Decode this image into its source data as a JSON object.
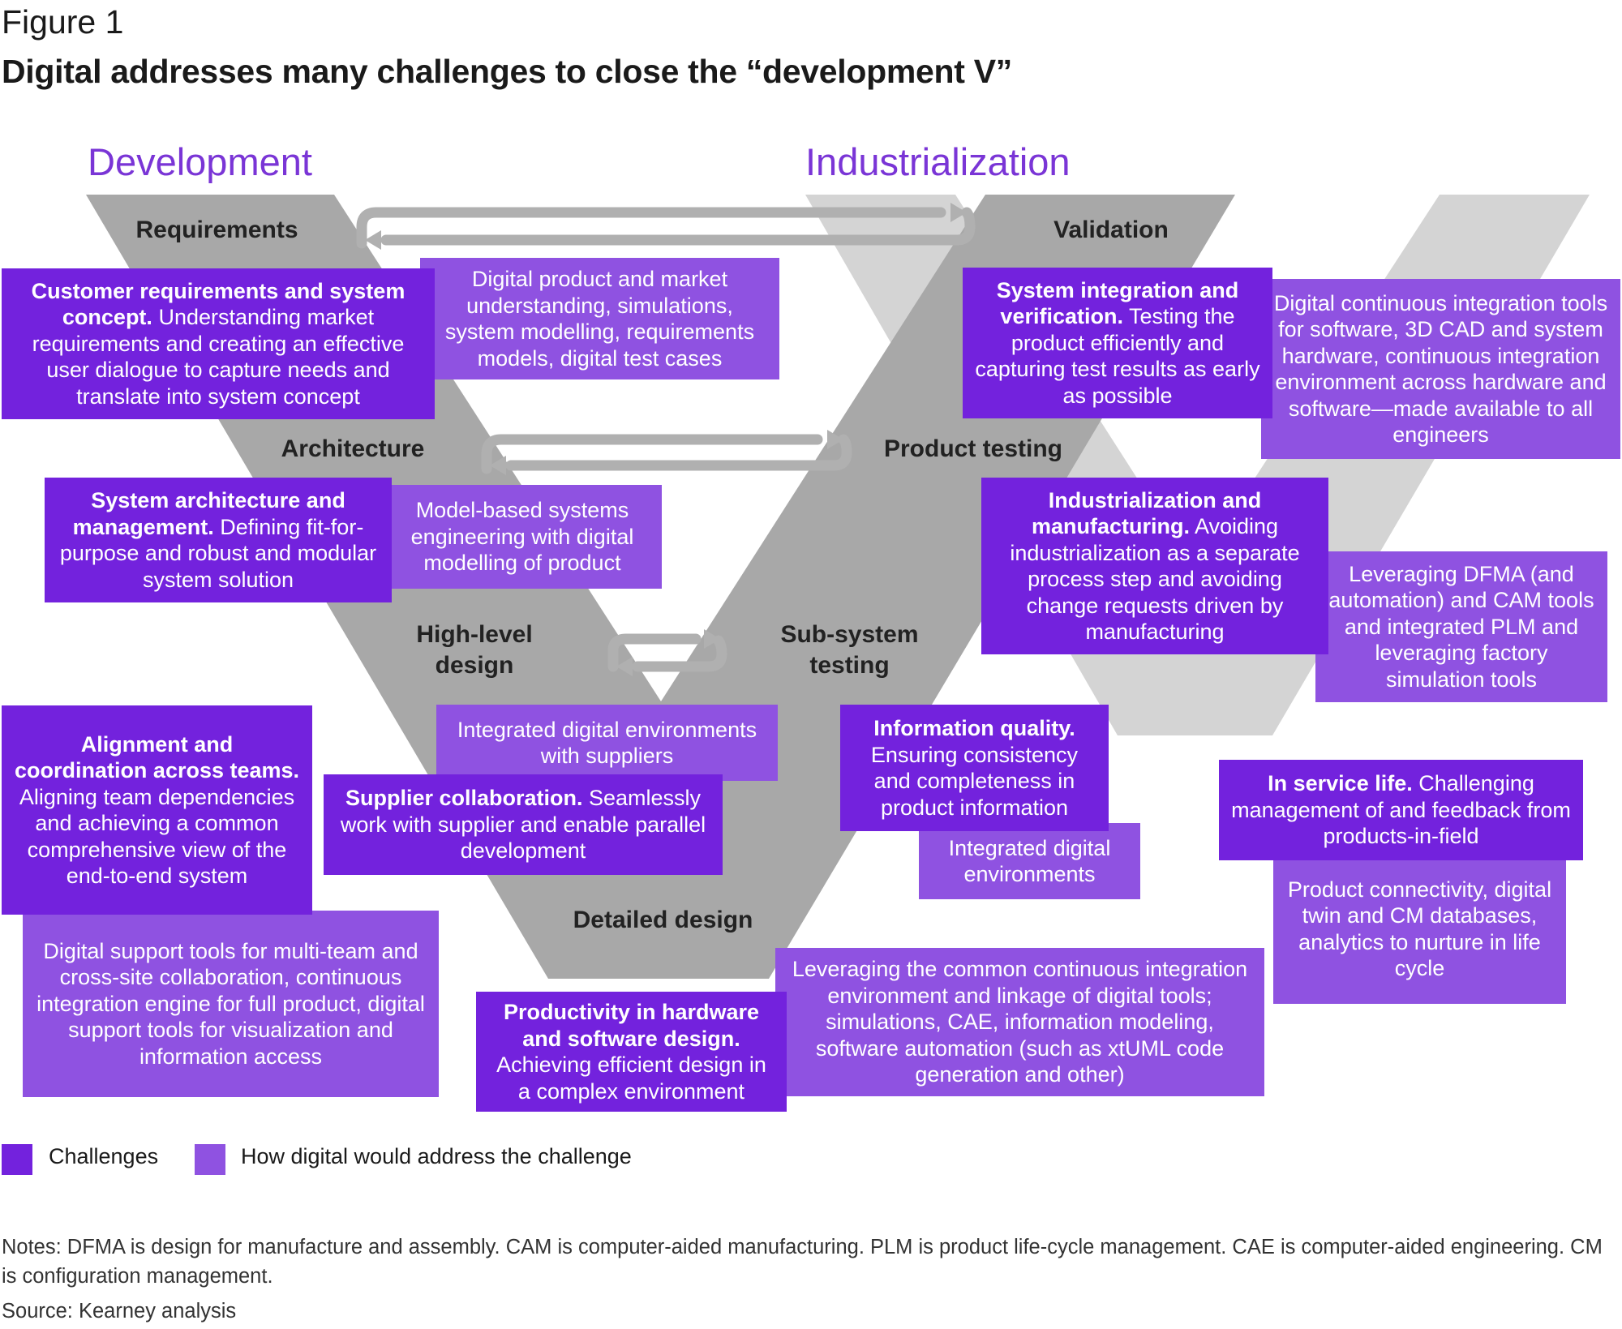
{
  "figure_label": "Figure 1",
  "title": "Digital addresses many challenges to close the “development V”",
  "sections": {
    "development": "Development",
    "industrialization": "Industrialization"
  },
  "stages": {
    "requirements": "Requirements",
    "architecture": "Architecture",
    "high_level_design": "High-level design",
    "detailed_design": "Detailed design",
    "validation": "Validation",
    "product_testing": "Product testing",
    "sub_system_testing": "Sub-system testing"
  },
  "challenges": {
    "customer_requirements": {
      "lead": "Customer requirements and system concept.",
      "text": "Understanding market requirements and creating an effective user dialogue to capture needs and translate into system concept"
    },
    "system_architecture": {
      "lead": "System architecture and management.",
      "text": "Defining fit-for-purpose and robust and modular system solution"
    },
    "alignment": {
      "lead": "Alignment and coordination across teams.",
      "text": "Aligning team dependencies and achieving a common comprehensive view of the end-to-end system"
    },
    "supplier_collaboration": {
      "lead": "Supplier collaboration.",
      "text": "Seamlessly work with supplier and enable parallel development"
    },
    "productivity": {
      "lead": "Productivity in hardware and software design.",
      "text": "Achieving efficient design in a complex environment"
    },
    "information_quality": {
      "lead": "Information quality.",
      "text": "Ensuring consistency and completeness in product information"
    },
    "system_integration": {
      "lead": "System integration and verification.",
      "text": "Testing the product efficiently and capturing test results as early as possible"
    },
    "industrialization": {
      "lead": "Industrialization and manufacturing.",
      "text": "Avoiding industrialization as a separate process step and avoiding change requests driven by manufacturing"
    },
    "in_service_life": {
      "lead": "In service life.",
      "text": "Challenging management of and feedback from products-in-field"
    }
  },
  "digital": {
    "product_market": "Digital product and market understanding, simulations, system modelling, requirements models, digital test cases",
    "model_based": "Model-based systems engineering with digital modelling of product",
    "integrated_suppliers": "Integrated digital environments with suppliers",
    "support_tools": "Digital support tools for multi-team and cross-site collaboration, continuous integration engine for full product, digital support tools for visualization and information access",
    "common_ci": "Leveraging the common continuous integration environment and linkage of digital tools; simulations, CAE, information modeling, software automation (such as xtUML code generation and other)",
    "integrated_env": "Integrated digital environments",
    "continuous_integration": "Digital continuous integration tools for software, 3D CAD and system hardware, continuous integration environment across hardware and software—made available to all engineers",
    "dfma": "Leveraging DFMA (and automation) and CAM tools and integrated PLM  and leveraging factory simulation tools",
    "connectivity": "Product connectivity, digital twin and CM databases, analytics to nurture in life cycle"
  },
  "legend": {
    "challenges": "Challenges",
    "digital": "How digital would address the challenge"
  },
  "colors": {
    "challenge": "#7322dd",
    "digital": "#8f52e1",
    "v_dark": "#a8a8a8",
    "v_light": "#d4d4d4",
    "arrow": "#b0b0b0",
    "section_heading": "#7a35d6"
  },
  "notes": "Notes: DFMA is design for manufacture and assembly. CAM is computer-aided manufacturing. PLM is product life-cycle management. CAE is computer-aided engineering. CM is configuration management.",
  "source": "Source: Kearney analysis"
}
